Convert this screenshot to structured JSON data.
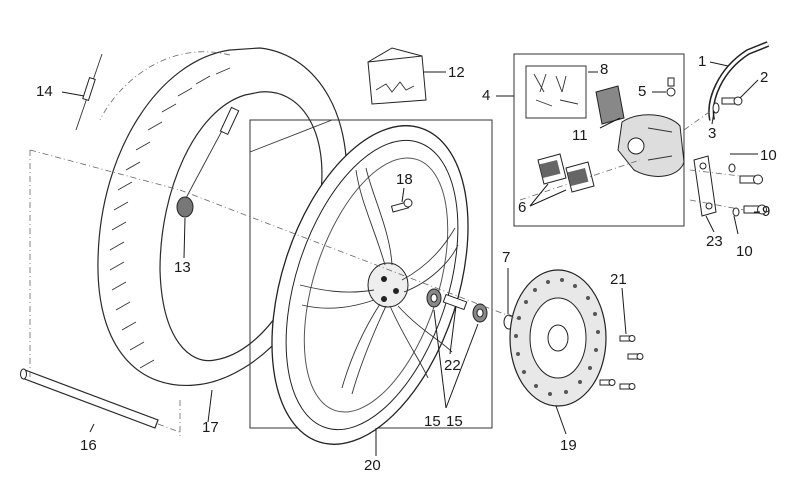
{
  "callouts": {
    "c1": "1",
    "c2": "2",
    "c3": "3",
    "c4": "4",
    "c5": "5",
    "c6": "6",
    "c7": "7",
    "c8": "8",
    "c9": "9",
    "c10a": "10",
    "c10b": "10",
    "c11": "11",
    "c12": "12",
    "c13": "13",
    "c14": "14",
    "c15a": "15",
    "c15b": "15",
    "c16": "16",
    "c17": "17",
    "c18": "18",
    "c19": "19",
    "c20": "20",
    "c21": "21",
    "c22": "22",
    "c23": "23"
  }
}
